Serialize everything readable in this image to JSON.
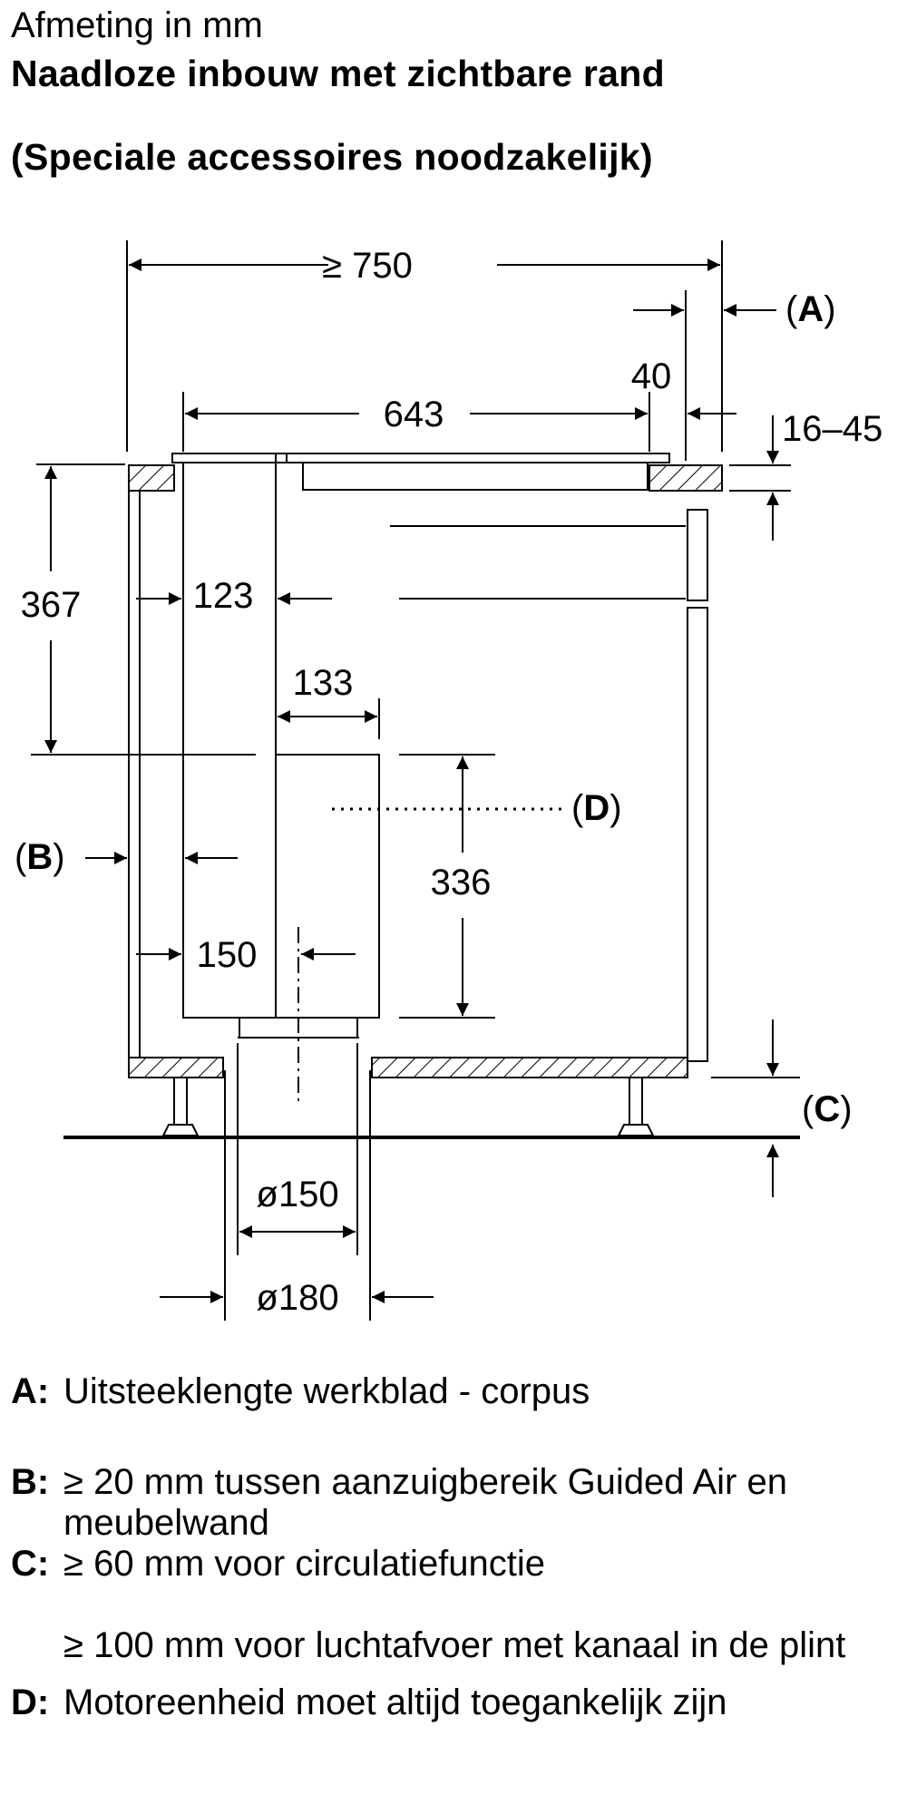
{
  "header": {
    "subtitle": "Afmeting in mm",
    "title": "Naadloze inbouw met zichtbare rand",
    "note": "(Speciale accessoires noodzakelijk)"
  },
  "dimensions": {
    "overall_width": "≥ 750",
    "hob_width": "643",
    "overhang": "40",
    "worktop_thickness": "16–45",
    "cabinet_height": "367",
    "duct_width": "123",
    "motor_width": "133",
    "motor_height": "336",
    "wall_gap": "150",
    "outlet_inner": "ø150",
    "outlet_outer": "ø180"
  },
  "labels": {
    "a": "A",
    "b": "B",
    "c": "C",
    "d": "D"
  },
  "legend": {
    "a_key": "A:",
    "a_text": "Uitsteeklengte werkblad - corpus",
    "b_key": "B:",
    "b_text": "≥ 20 mm tussen aanzuigbereik Guided Air en meubelwand",
    "c_key": "C:",
    "c_text": "≥ 60 mm voor circulatiefunctie",
    "c_text2": "≥ 100 mm voor luchtafvoer met kanaal in de plint",
    "d_key": "D:",
    "d_text": "Motoreenheid moet altijd toegankelijk zijn"
  }
}
